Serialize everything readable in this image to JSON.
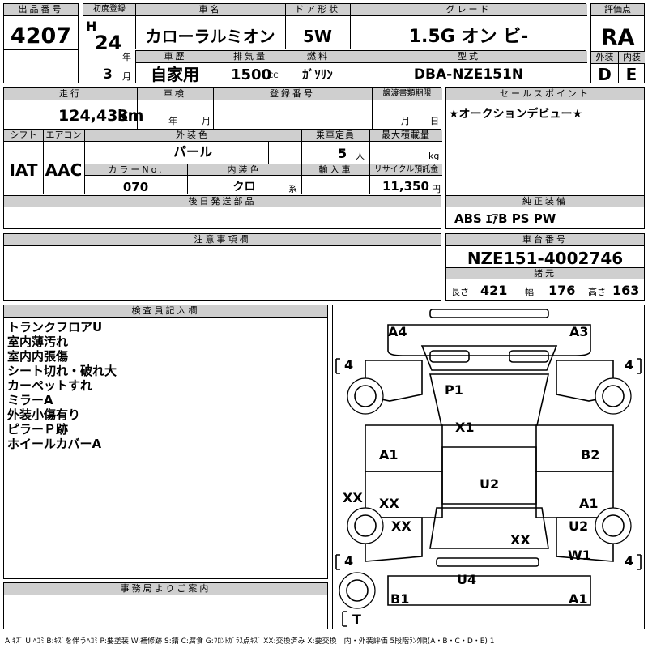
{
  "head": {
    "lot_label": "出品番号",
    "lot_no": "4207",
    "first_reg_label": "初度登録",
    "era": "H",
    "reg_year": "24",
    "year_unit": "年",
    "reg_month": "3",
    "month_unit": "月",
    "car_name_label": "車名",
    "car_name": "カローラルミオン",
    "door_label": "ドア形状",
    "door": "5W",
    "grade_label": "グレード",
    "grade": "1.5G オン ビ-",
    "score_label": "評価点",
    "score": "RA",
    "history_label": "車歴",
    "history": "自家用",
    "displacement_label": "排気量",
    "displacement": "1500",
    "cc_unit": "CC",
    "fuel_label": "燃料",
    "fuel": "ｶﾞｿﾘﾝ",
    "model_label": "型式",
    "model": "DBA-NZE151N",
    "ext_label": "外装",
    "ext": "D",
    "int_label": "内装",
    "int": "E"
  },
  "row2": {
    "mileage_label": "走行",
    "mileage": "124,433",
    "km_unit": "km",
    "inspection_label": "車検",
    "year_unit": "年",
    "month_unit": "月",
    "regno_label": "登録番号",
    "transfer_label": "譲渡書類期限",
    "day_unit": "日",
    "sales_label": "セールスポイント",
    "sales": "★オークションデビュー★",
    "shift_label": "シフト",
    "shift": "IAT",
    "ac_label": "エアコン",
    "ac": "AAC",
    "color_label": "外装色",
    "color": "パール",
    "capacity_label": "乗車定員",
    "capacity": "5",
    "person_unit": "人",
    "load_label": "最大積載量",
    "kg_unit": "kg",
    "color_no_label": "カラーNo.",
    "color_no": "070",
    "interior_label": "内装色",
    "interior": "クロ",
    "series_unit": "系",
    "import_label": "輸入車",
    "recycle_label": "リサイクル預託金",
    "recycle": "11,350",
    "yen_unit": "円",
    "later_label": "後日発送部品",
    "equip_label": "純正装備",
    "equip": "ABS ｴｱB PS PW"
  },
  "row3": {
    "notice_label": "注意事項欄",
    "chassis_label": "車台番号",
    "chassis": "NZE151-4002746",
    "spec_label": "諸元",
    "length_label": "長さ",
    "length": "421",
    "width_label": "幅",
    "width": "176",
    "height_label": "高さ",
    "height": "163"
  },
  "inspector": {
    "label": "検査員記入欄",
    "notes": [
      "トランクフロアU",
      "室内薄汚れ",
      "室内内張傷",
      "シート切れ・破れ大",
      "カーペットすれ",
      "ミラーA",
      "外装小傷有り",
      "ピラーＰ跡",
      "ホイールカバーA"
    ]
  },
  "office": {
    "label": "事務局よりご案内"
  },
  "diagram": {
    "marks": [
      "A4",
      "A3",
      "P1",
      "X1",
      "A1",
      "B2",
      "U2",
      "XX",
      "XX",
      "A1",
      "XX",
      "U2",
      "XX",
      "W1",
      "U4",
      "B1",
      "A1"
    ],
    "tires": [
      "4",
      "4",
      "4",
      "4",
      "T"
    ]
  },
  "legend": "A:ｷｽﾞ U:ﾍｺﾐ B:ｷｽﾞを伴うﾍｺﾐ P:要塗装 W:補修跡 S:錆 C:腐食 G:ﾌﾛﾝﾄｶﾞﾗｽ点ｷｽﾞ XX:交換済み X:要交換　内・外装評価 5段階ﾗﾝｸ順(A・B・C・D・E) 1"
}
